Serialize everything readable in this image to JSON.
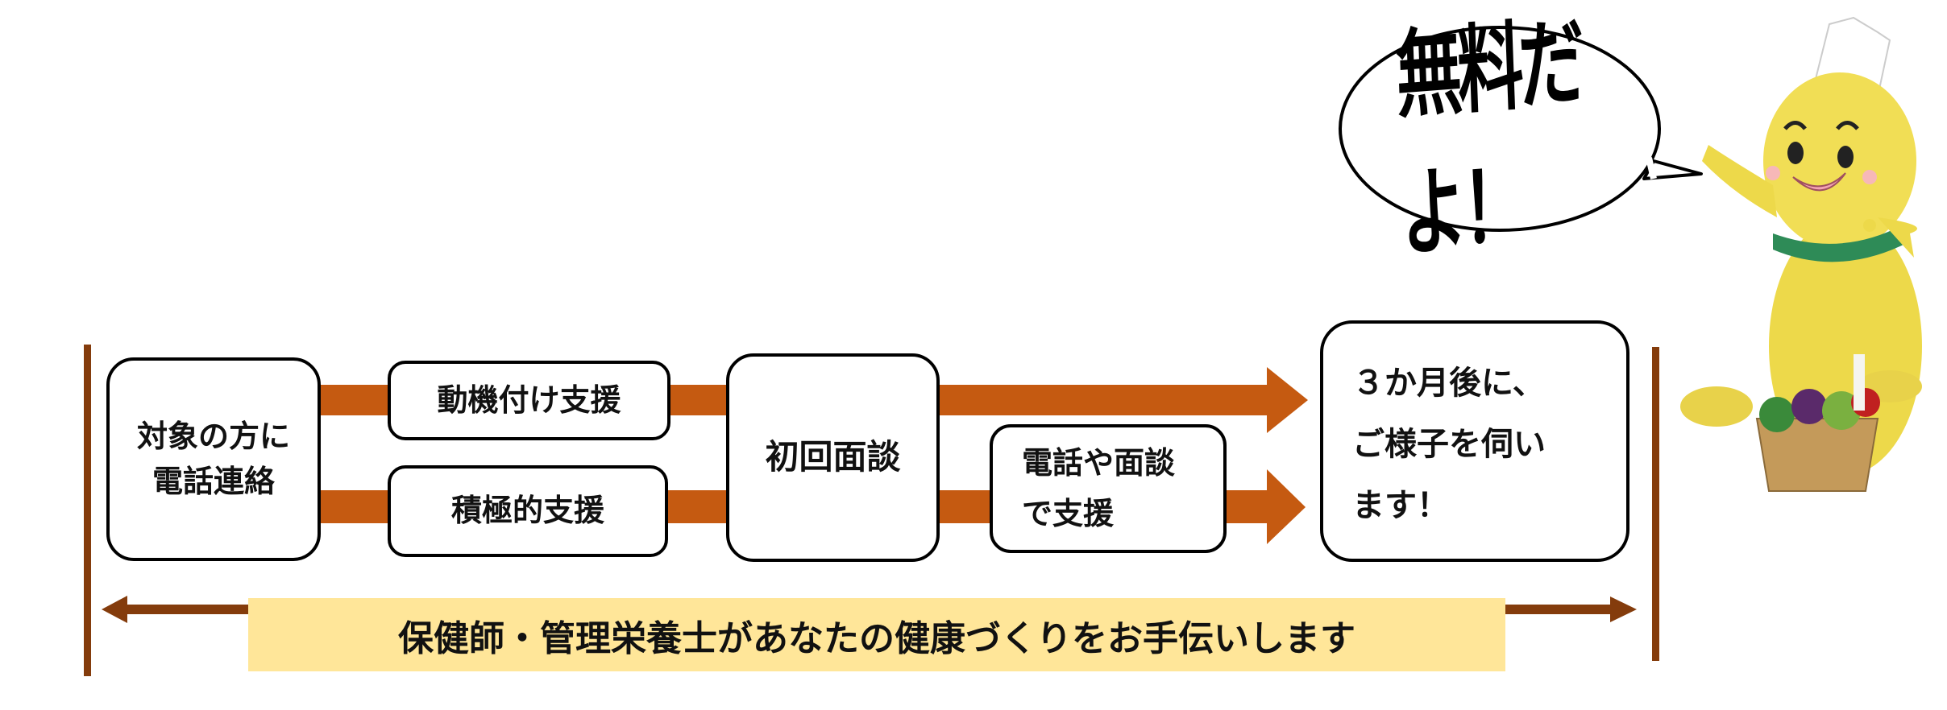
{
  "colors": {
    "flow_arrow": "#C55A11",
    "range_arrow": "#843C0C",
    "banner_bg": "#FFE699"
  },
  "steps": {
    "contact": "対象の方に\n電話連絡",
    "motivational": "動機付け支援",
    "active": "積極的支援",
    "first_interview": "初回面談",
    "ongoing": "電話や面談\nで支援",
    "followup": "３か月後に、\nご様子を伺い\nます！"
  },
  "banner": "保健師・管理栄養士があなたの健康づくりをお手伝いします",
  "speech_bubble": "無料だよ！",
  "mascot": {
    "icon": "yellow-mascot-character-with-chef-hat-and-vegetable-basket"
  }
}
